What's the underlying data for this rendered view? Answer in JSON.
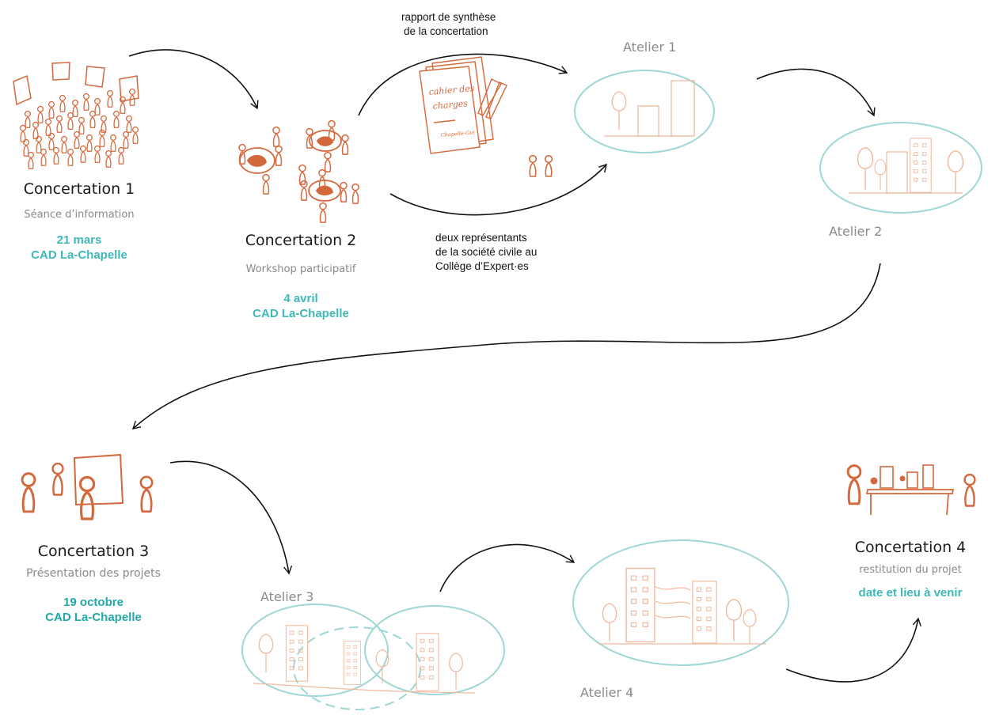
{
  "colors": {
    "orange": "#d3683c",
    "teal": "#9fd6d6",
    "teal_text": "#3fb8b8",
    "peach": "#f0b89e",
    "arrow": "#111111"
  },
  "concertations": [
    {
      "title": "Concertation 1",
      "subtitle": "Séance d’information",
      "date": "21 mars",
      "place": "CAD La-Chapelle",
      "icon": "crowd-icon"
    },
    {
      "title": "Concertation 2",
      "subtitle": "Workshop participatif",
      "date": "4 avril",
      "place": "CAD La-Chapelle",
      "icon": "workshop-tables-icon"
    },
    {
      "title": "Concertation 3",
      "subtitle": "Présentation des projets",
      "date": "19 octobre",
      "place": "CAD La-Chapelle",
      "icon": "presentation-icon"
    },
    {
      "title": "Concertation 4",
      "subtitle": "restitution du projet",
      "date": "date et lieu à venir",
      "icon": "exhibition-table-icon"
    }
  ],
  "ateliers": [
    {
      "label": "Atelier 1",
      "icon": "buildings-sketch-icon"
    },
    {
      "label": "Atelier 2",
      "icon": "buildings-sketch-icon"
    },
    {
      "label": "Atelier 3",
      "icon": "overlapping-projects-icon"
    },
    {
      "label": "Atelier 4",
      "icon": "merged-project-icon"
    }
  ],
  "notes": {
    "report": [
      "rapport de synthèse",
      "de la concertation"
    ],
    "representatives": [
      "deux représentants",
      "de la société civile au",
      "Collège d’Expert·es"
    ]
  },
  "document": {
    "lines": [
      "cahier des",
      "charges"
    ],
    "signature": "Chapelle-Gui"
  }
}
